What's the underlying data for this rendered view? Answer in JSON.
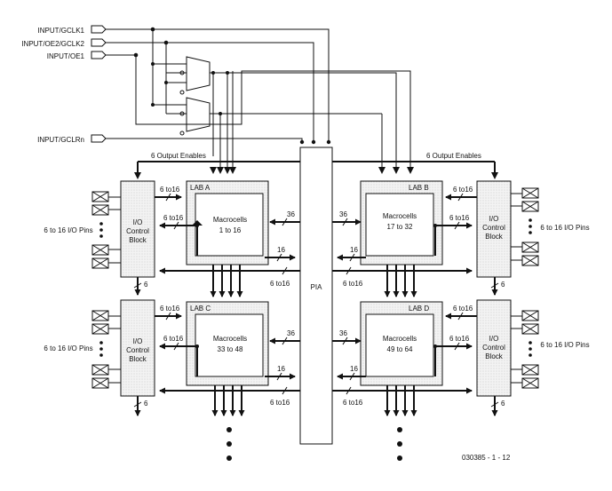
{
  "inputs": {
    "gclk1": "INPUT/GCLK1",
    "oe2gclk2": "INPUT/OE2/GCLK2",
    "oe1": "INPUT/OE1",
    "gclrn": "INPUT/GCLRn"
  },
  "output_enables_left": "6 Output Enables",
  "output_enables_right": "6 Output Enables",
  "labs": {
    "a": {
      "label": "LAB A",
      "macro_line1": "Macrocells",
      "macro_line2": "1 to 16"
    },
    "b": {
      "label": "LAB B",
      "macro_line1": "Macrocells",
      "macro_line2": "17 to 32"
    },
    "c": {
      "label": "LAB C",
      "macro_line1": "Macrocells",
      "macro_line2": "33 to 48"
    },
    "d": {
      "label": "LAB D",
      "macro_line1": "Macrocells",
      "macro_line2": "49 to 64"
    }
  },
  "io_block": {
    "line1": "I/O",
    "line2": "Control",
    "line3": "Block"
  },
  "io_pins": "6 to 16 I/O Pins",
  "bus": {
    "six_to_16": "6 to16",
    "thirty_six": "36",
    "sixteen": "16",
    "six": "6"
  },
  "pia": "PIA",
  "figure_id": "030385 - 1 - 12"
}
